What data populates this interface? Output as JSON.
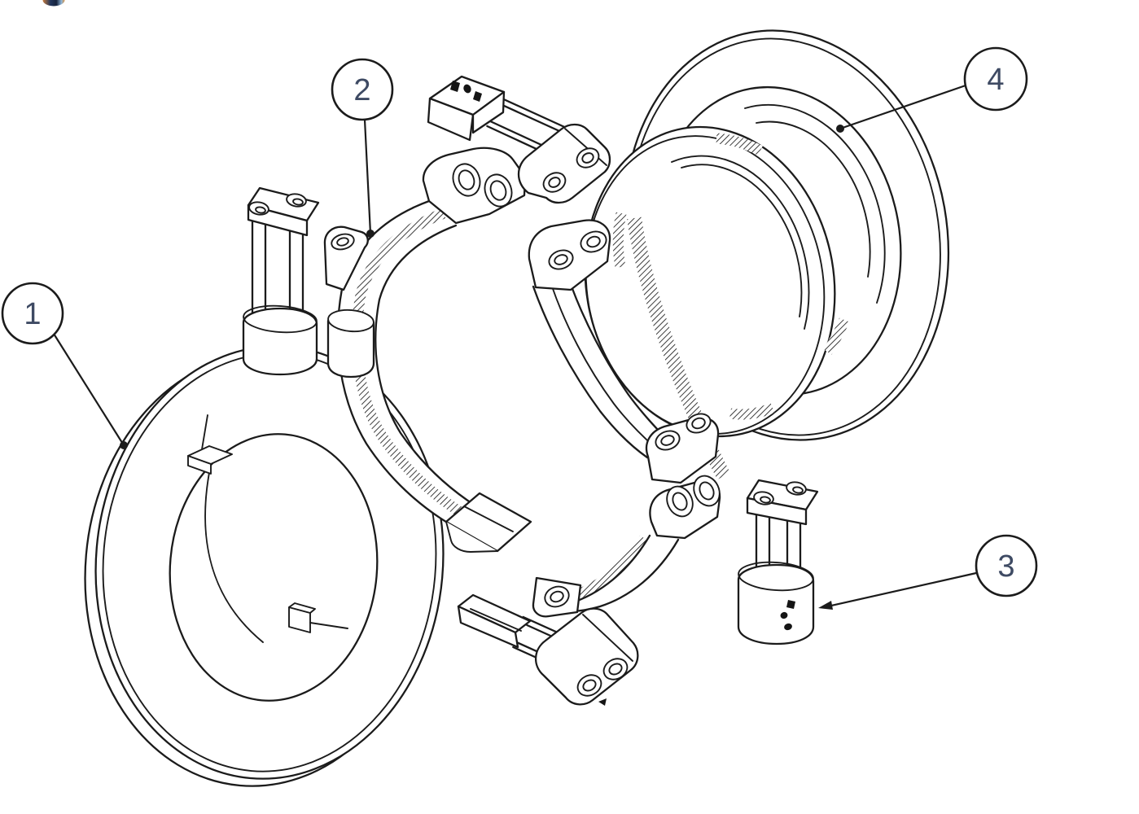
{
  "page": {
    "background": "#ffffff"
  },
  "drawing": {
    "stroke_color": "#1b1b1b",
    "balloon": {
      "fill": "#ffffff",
      "number_color": "#3e4a63"
    },
    "balloons": [
      {
        "label": "1"
      },
      {
        "label": "2"
      },
      {
        "label": "3"
      },
      {
        "label": "4"
      }
    ]
  },
  "artifact_icon": {
    "colors": [
      "#c97c3c",
      "#22365c",
      "#8fb5d8"
    ]
  }
}
